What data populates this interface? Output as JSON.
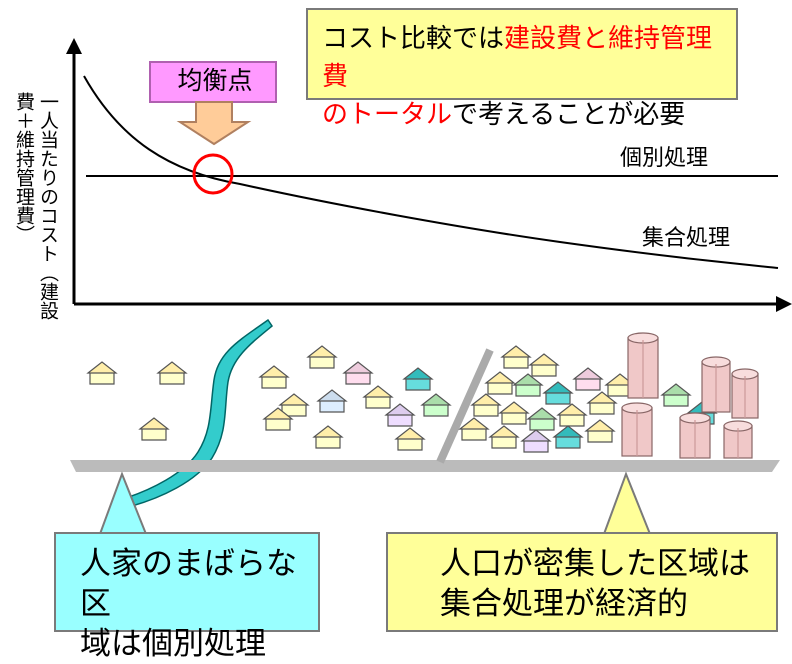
{
  "note": {
    "part1": "コスト比較では",
    "part2_red": "建設費と維持管理費",
    "part3_red": "のトータル",
    "part4": "で考えることが必要"
  },
  "balance_point_label": "均衡点",
  "y_axis_label": "一人当たりのコスト（建設費＋維持管理費）",
  "curve_labels": {
    "individual": "個別処理",
    "collective": "集合処理"
  },
  "callouts": {
    "left_line1": "人家のまばらな区",
    "left_line2": "域は個別処理",
    "right_line1": "人口が密集した区域は",
    "right_line2": "集合処理が経済的"
  },
  "colors": {
    "note_bg": "#ffff99",
    "highlight_red": "#ff0000",
    "balance_box": "#ff99ff",
    "balance_arrow": "#ffcc99",
    "left_callout": "#99ffff",
    "right_callout": "#ffff99",
    "river": "#33cccc",
    "ground": "#bbbbbb"
  }
}
